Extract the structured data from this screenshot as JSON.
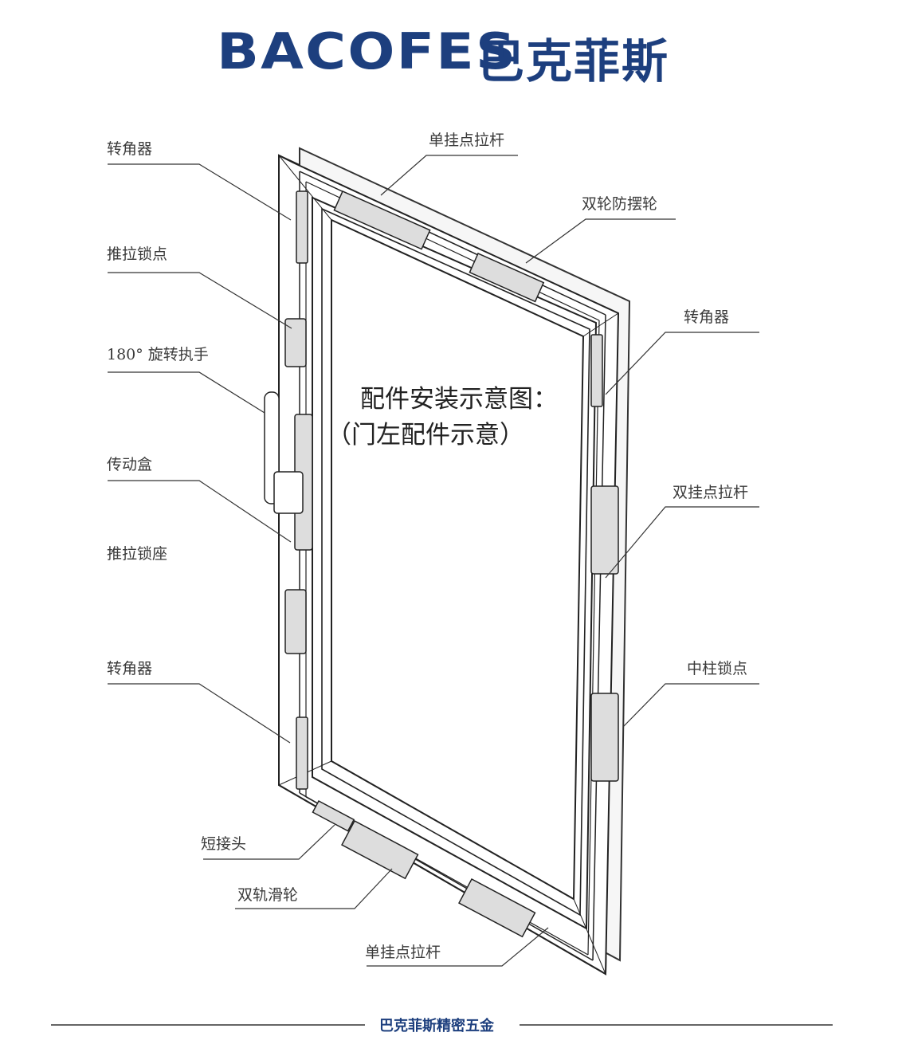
{
  "brand": {
    "name_en": "BACOFES",
    "name_cn": "巴克菲斯",
    "color": "#1d3f7e"
  },
  "title": {
    "line1": "配件安装示意图：",
    "line2": "（门左配件示意）"
  },
  "labels": {
    "left": [
      "转角器",
      "推拉锁点",
      "180° 旋转执手",
      "传动盒",
      "推拉锁座",
      "转角器",
      "短接头",
      "双轨滑轮",
      "单挂点拉杆"
    ],
    "top": [
      "单挂点拉杆",
      "双轮防摆轮"
    ],
    "right": [
      "转角器",
      "双挂点拉杆",
      "中柱锁点"
    ]
  },
  "footer": "巴克菲斯精密五金"
}
